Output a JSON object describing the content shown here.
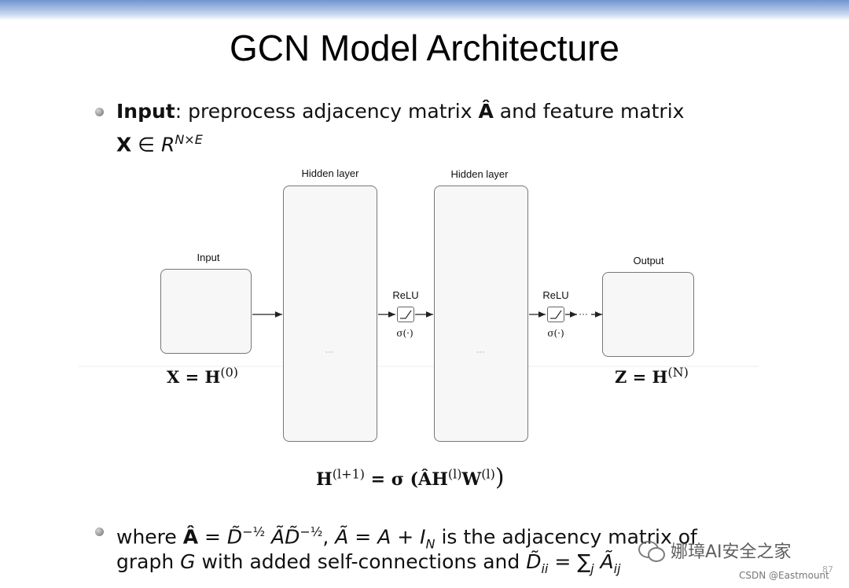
{
  "slide": {
    "title": "GCN Model Architecture",
    "page_number": "87"
  },
  "bullet1": {
    "label": "Input",
    "text": ": preprocess adjacency matrix ",
    "A_hat": "Â",
    "text2": " and feature matrix",
    "X": "X",
    "in_R": " ∈ ",
    "R": "R",
    "dims": "N×E"
  },
  "diagram": {
    "input_label": "Input",
    "hidden_label_1": "Hidden layer",
    "hidden_label_2": "Hidden layer",
    "output_label": "Output",
    "relu_1": "ReLU",
    "relu_2": "ReLU",
    "sigma_1": "σ(·)",
    "sigma_2": "σ(·)",
    "dots_1": "···",
    "dots_2": "···",
    "arrow_dots": "···",
    "eq_left": "X = H",
    "eq_left_sup": "(0)",
    "eq_right": "Z = H",
    "eq_right_sup": "(N)",
    "eq_main_lhs": "H",
    "eq_main_lhs_sup": "(l+1)",
    "eq_main_mid": " = σ (ÂH",
    "eq_main_sup1": "(l)",
    "eq_main_w": "W",
    "eq_main_sup2": "(l)",
    "eq_main_close": ")",
    "node_color": "#4b8fc8",
    "highlight_color": "#b060b8"
  },
  "bullet2": {
    "line1_a": "where ",
    "A_hat": "Â",
    "eq1": " = D̃",
    "exp1": "−½",
    "mid": " ÃD̃",
    "exp2": "−½",
    "comma": ", ",
    "A_tilde": "Ã",
    "eq2": " = A + I",
    "sub_N": "N",
    "line1_b": " is the adjacency matrix of",
    "line2_a": "graph ",
    "G": "G",
    "line2_b": " with added self-connections and ",
    "D_tilde": "D̃",
    "sub_ii": "ii",
    "eq3": " = ∑",
    "sub_j": "j",
    "A_sum": " Ã",
    "sub_ij": "ij"
  },
  "watermark": {
    "brand": "娜璋AI安全之家",
    "csdn": "CSDN @Eastmount"
  }
}
